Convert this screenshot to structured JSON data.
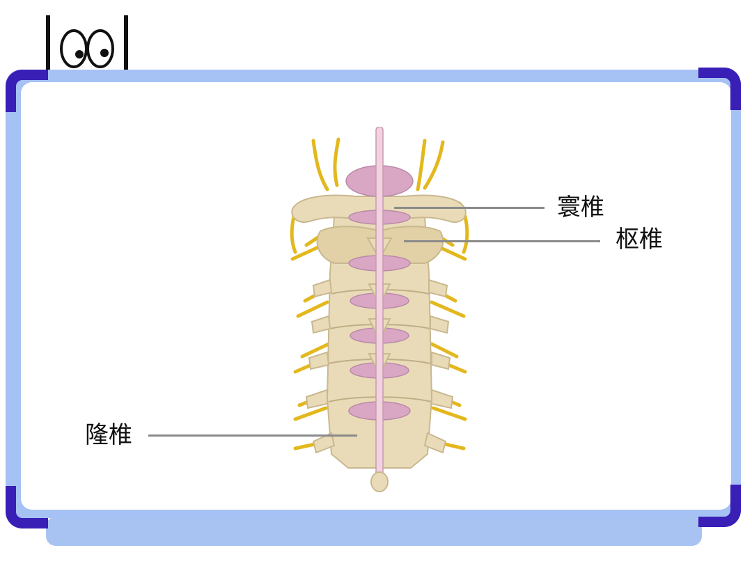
{
  "header": {
    "logo_icon": "eyes-icon"
  },
  "board": {
    "frame_color": "#a6c1f4",
    "corner_color": "#3a1fb6"
  },
  "figure": {
    "icon": "cervical-spine-illustration",
    "bone_color": "#e9dbb8",
    "disc_color": "#d9a6c4",
    "nerve_color": "#e3b81e"
  },
  "labels": {
    "atlas": "寰椎",
    "axis": "枢椎",
    "vertebra_prominens": "隆椎"
  }
}
